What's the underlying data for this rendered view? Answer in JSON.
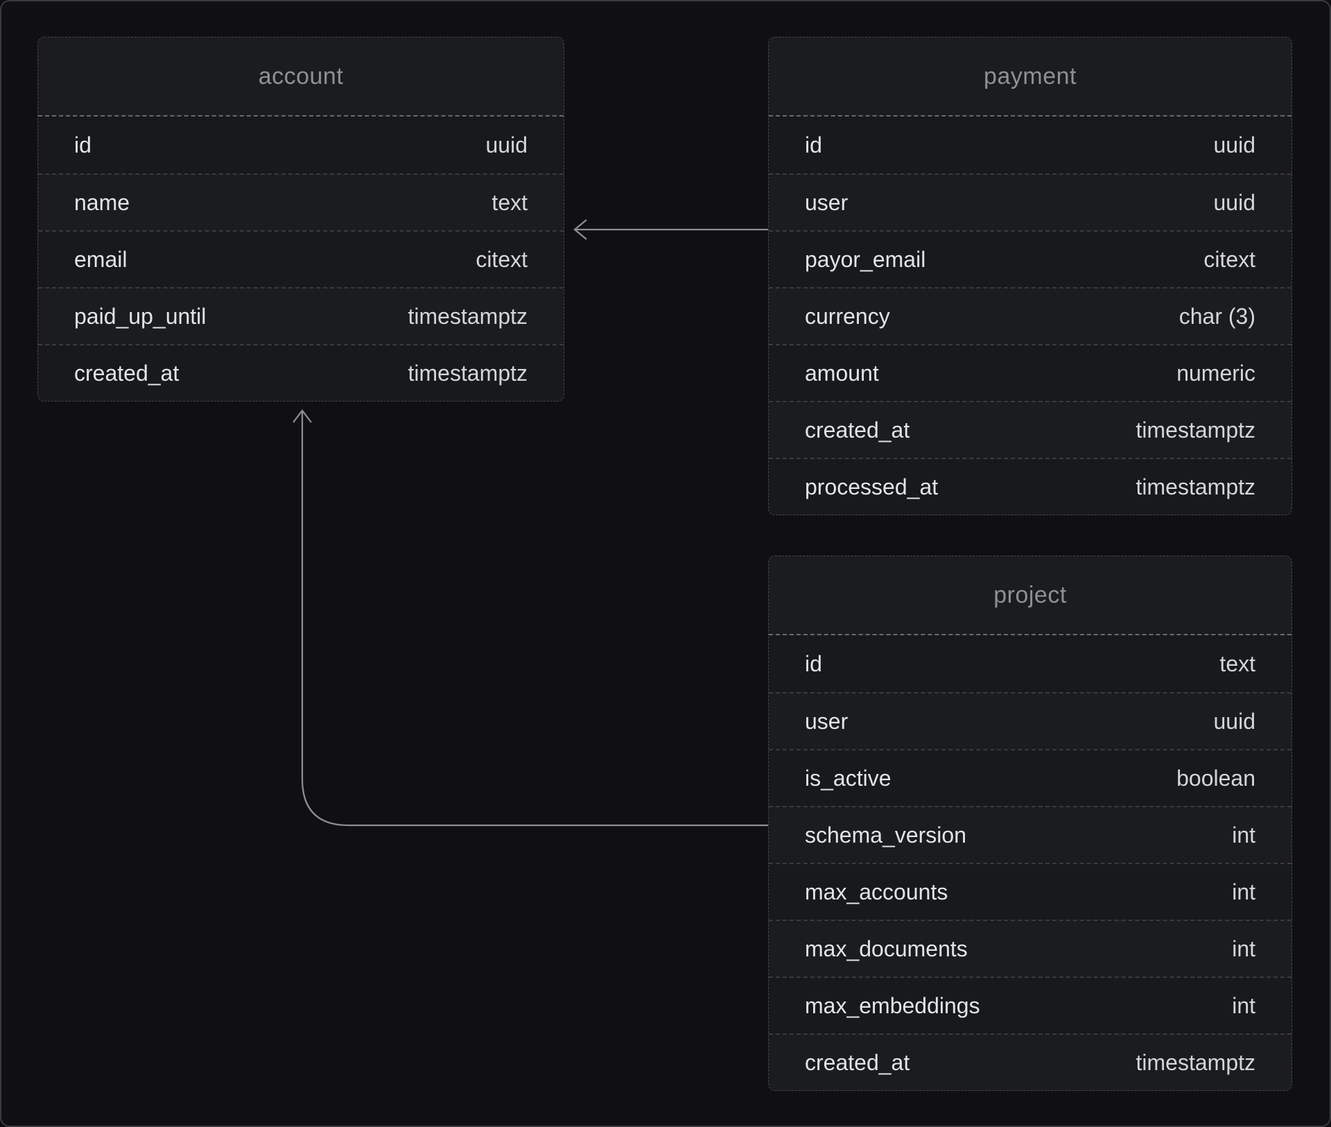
{
  "tables": [
    {
      "title": "account",
      "columns": [
        {
          "name": "id",
          "type": "uuid"
        },
        {
          "name": "name",
          "type": "text"
        },
        {
          "name": "email",
          "type": "citext"
        },
        {
          "name": "paid_up_until",
          "type": "timestamptz"
        },
        {
          "name": "created_at",
          "type": "timestamptz"
        }
      ]
    },
    {
      "title": "payment",
      "columns": [
        {
          "name": "id",
          "type": "uuid"
        },
        {
          "name": "user",
          "type": "uuid"
        },
        {
          "name": "payor_email",
          "type": "citext"
        },
        {
          "name": "currency",
          "type": "char (3)"
        },
        {
          "name": "amount",
          "type": "numeric"
        },
        {
          "name": "created_at",
          "type": "timestamptz"
        },
        {
          "name": "processed_at",
          "type": "timestamptz"
        }
      ]
    },
    {
      "title": "project",
      "columns": [
        {
          "name": "id",
          "type": "text"
        },
        {
          "name": "user",
          "type": "uuid"
        },
        {
          "name": "is_active",
          "type": "boolean"
        },
        {
          "name": "schema_version",
          "type": "int"
        },
        {
          "name": "max_accounts",
          "type": "int"
        },
        {
          "name": "max_documents",
          "type": "int"
        },
        {
          "name": "max_embeddings",
          "type": "int"
        },
        {
          "name": "created_at",
          "type": "timestamptz"
        }
      ]
    }
  ],
  "relationships": [
    {
      "source": "payment",
      "target": "account"
    },
    {
      "source": "project",
      "target": "account"
    }
  ],
  "colors": {
    "canvas_bg": "#101012",
    "frame_border": "#3a3b3f",
    "table_bg": "#18191b",
    "table_row_alt_bg": "#1b1c1e",
    "table_header_bg": "#1b1c1e",
    "table_border": "#46474b",
    "row_divider": "#3a3b3e",
    "header_divider": "#696a6f",
    "title_text": "#8e9094",
    "field_text": "#e3e4e6",
    "type_text": "#d5d6d8",
    "relationship_line": "#8d8f92"
  }
}
